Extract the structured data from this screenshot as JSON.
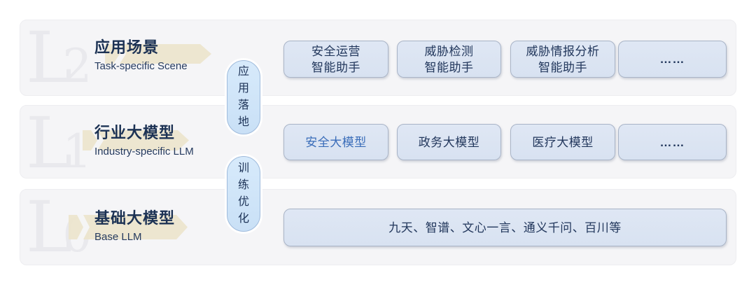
{
  "palette": {
    "band_bg": "#f5f5f7",
    "watermark_gray": "#e9e9ed",
    "title_navy": "#1c3254",
    "box_bg": "#dbe4f2",
    "box_border": "#a9b4c7",
    "box_text_navy": "#22375c",
    "highlight_blue": "#3a6db9",
    "pill_bg": "#cfe3f7",
    "pill_border": "#9fbbdc",
    "arrow_beige": "#ece4cb"
  },
  "layers": [
    {
      "watermark": "L",
      "watermark_num": "2",
      "title": "应用场景",
      "subtitle": "Task-specific Scene",
      "boxes": [
        {
          "lines": [
            "安全运营",
            "智能助手"
          ]
        },
        {
          "lines": [
            "威胁检测",
            "智能助手"
          ]
        },
        {
          "lines": [
            "威胁情报分析",
            "智能助手"
          ]
        },
        {
          "lines": [
            "……"
          ]
        }
      ]
    },
    {
      "watermark": "L",
      "watermark_num": "1",
      "title": "行业大模型",
      "subtitle": "Industry-specific LLM",
      "boxes": [
        {
          "lines": [
            "安全大模型"
          ],
          "highlight": true
        },
        {
          "lines": [
            "政务大模型"
          ]
        },
        {
          "lines": [
            "医疗大模型"
          ]
        },
        {
          "lines": [
            "……"
          ]
        }
      ]
    },
    {
      "watermark": "L",
      "watermark_num": "0",
      "title": "基础大模型",
      "subtitle": "Base LLM",
      "boxes": [
        {
          "lines": [
            "九天、智谱、文心一言、通义千问、百川等"
          ]
        }
      ]
    }
  ],
  "connectors": [
    {
      "label": "应用落地",
      "chars": [
        "应",
        "用",
        "落",
        "地"
      ]
    },
    {
      "label": "训练优化",
      "chars": [
        "训",
        "练",
        "优",
        "化"
      ]
    }
  ]
}
